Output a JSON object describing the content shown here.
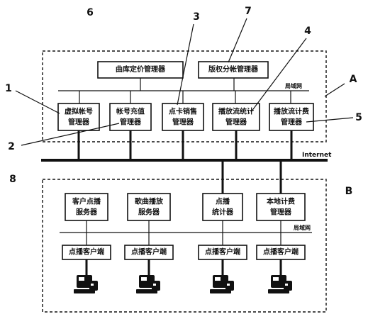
{
  "top_boxes": {
    "pricing_manager": [
      "曲库定价管理器"
    ],
    "royalty_manager": [
      "版权分帐管理器"
    ],
    "virtual_account_manager": [
      "虚拟帐号",
      "管理器"
    ],
    "account_recharge_manager": [
      "帐号充值",
      "管理器"
    ],
    "card_sales_manager": [
      "点卡销售",
      "管理器"
    ],
    "stream_stats_manager": [
      "播放流统计",
      "管理器"
    ],
    "stream_billing_manager": [
      "播放流计费",
      "管理器"
    ]
  },
  "bottom_boxes": {
    "client_vod_server": [
      "客户点播",
      "服务器"
    ],
    "song_play_server": [
      "歌曲播放",
      "服务器"
    ],
    "vod_stats_counter": [
      "点播",
      "统计器"
    ],
    "local_billing_manager": [
      "本地计费",
      "管理器"
    ]
  },
  "clients": [
    "点播客户端",
    "点播客户端",
    "点播客户端",
    "点播客户端"
  ],
  "network_labels": {
    "lan_top": "局域网",
    "lan_bottom": "局域网",
    "internet": "Internet"
  },
  "region_labels": {
    "A": "A",
    "B": "B"
  },
  "callouts": [
    "1",
    "2",
    "3",
    "4",
    "5",
    "6",
    "7",
    "8"
  ]
}
